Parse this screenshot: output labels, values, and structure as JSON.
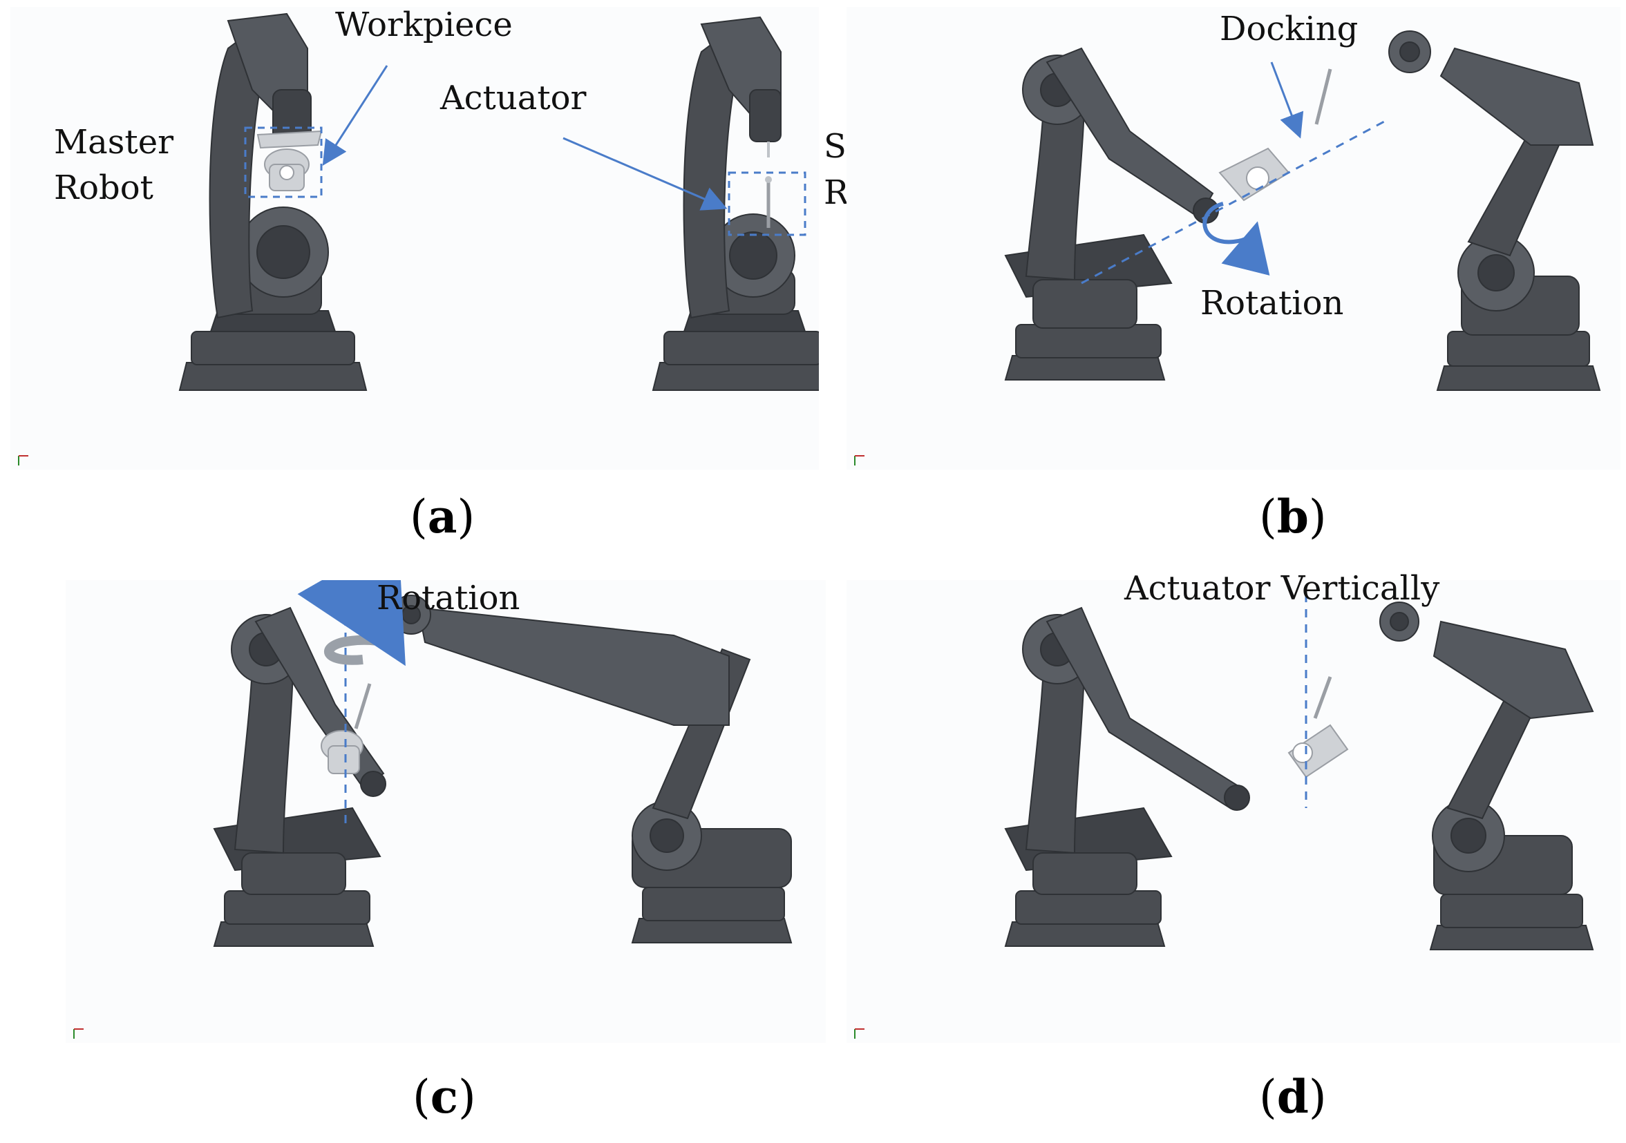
{
  "panels": {
    "a": {
      "caption_letter": "a",
      "labels": {
        "workpiece": "Workpiece",
        "actuator": "Actuator",
        "master_line1": "Master",
        "master_line2": "Robot",
        "slave_line1": "Slave",
        "slave_line2": "Robot"
      }
    },
    "b": {
      "caption_letter": "b",
      "labels": {
        "docking": "Docking",
        "rotation": "Rotation"
      }
    },
    "c": {
      "caption_letter": "c",
      "labels": {
        "rotation": "Rotation"
      }
    },
    "d": {
      "caption_letter": "d",
      "labels": {
        "actuator_vertically": "Actuator Vertically"
      }
    }
  },
  "colors": {
    "robot_body": "#4a4d52",
    "robot_shade": "#2f3236",
    "robot_light": "#6b6f75",
    "annotation_blue": "#4a7cc9",
    "workpiece": "#cfd2d6"
  }
}
